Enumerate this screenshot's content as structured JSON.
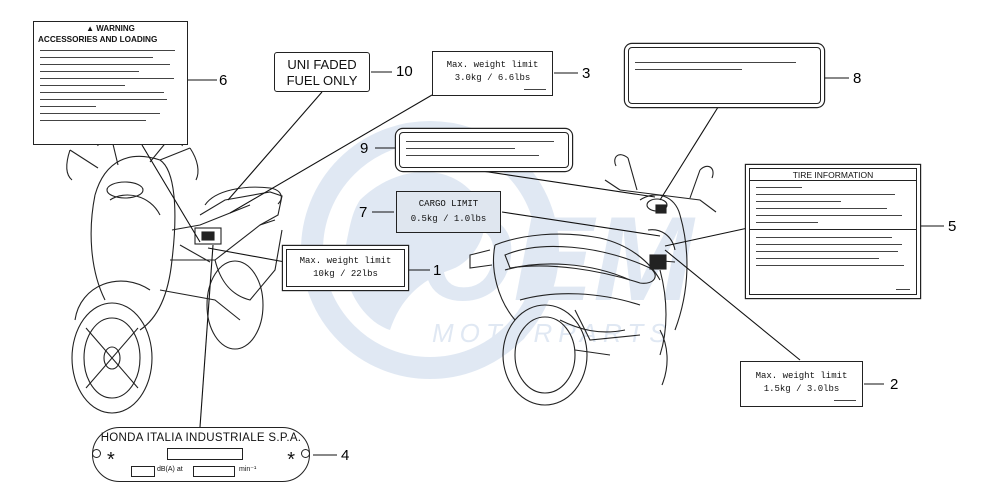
{
  "watermark": {
    "logo_text": "OEM",
    "tagline": "MOTORPARTS",
    "color": "#c8d7ea"
  },
  "labels": {
    "l1": {
      "number": "1",
      "line1": "Max. weight limit",
      "line2": "10kg  / 22lbs"
    },
    "l2": {
      "number": "2",
      "line1": "Max. weight limit",
      "line2": "1.5kg  / 3.0lbs"
    },
    "l3": {
      "number": "3",
      "line1": "Max. weight limit",
      "line2": "3.0kg  / 6.6lbs"
    },
    "l4": {
      "number": "4",
      "title": "HONDA ITALIA INDUSTRIALE S.P.A.",
      "star": "*",
      "db_unit": "dB(A) at",
      "rpm_unit": "min⁻¹"
    },
    "l5": {
      "number": "5",
      "title": "TIRE INFORMATION"
    },
    "l6": {
      "number": "6",
      "warning": "WARNING",
      "title": "ACCESSORIES AND LOADING",
      "warning_glyph": "▲"
    },
    "l7": {
      "number": "7",
      "line1": "CARGO LIMIT",
      "line2": "0.5kg  / 1.0lbs"
    },
    "l8": {
      "number": "8"
    },
    "l9": {
      "number": "9"
    },
    "l10": {
      "number": "10",
      "line1": "UNI FADED",
      "line2": "FUEL  ONLY"
    }
  }
}
